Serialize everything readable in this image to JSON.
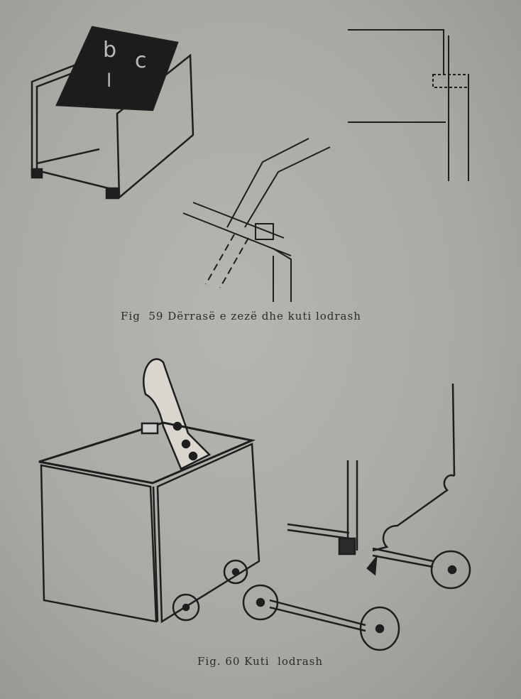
{
  "figures": [
    {
      "caption": "Fig  59 Dërrasë e zezë dhe kuti lodrash",
      "board_letters": [
        "b",
        "c",
        "l"
      ]
    },
    {
      "caption": "Fig. 60 Kuti  lodrash"
    }
  ],
  "colors": {
    "paper": "#aaa8a3",
    "ink": "#1e1e1e"
  }
}
